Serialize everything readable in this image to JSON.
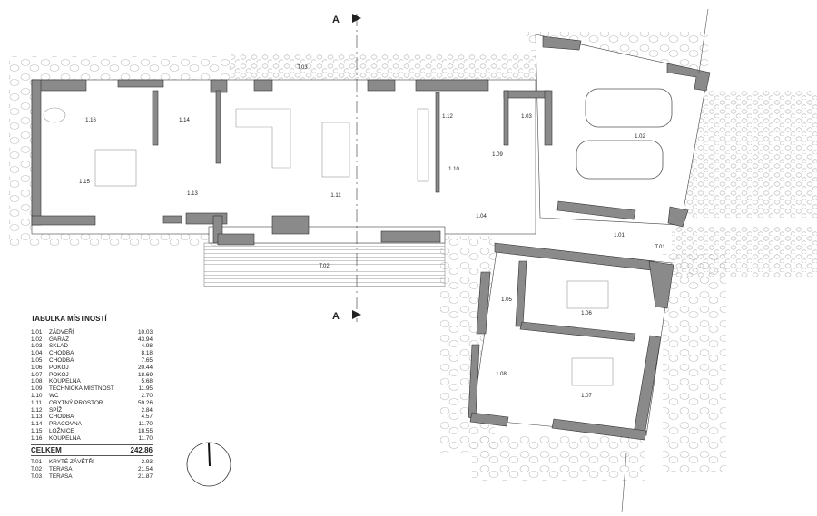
{
  "section_marker": "A",
  "rooms_plan": {
    "r101": "1.01",
    "r102": "1.02",
    "r103": "1.03",
    "r104": "1.04",
    "r105": "1.05",
    "r106": "1.06",
    "r107": "1.07",
    "r108": "1.08",
    "r109": "1.09",
    "r110": "1.10",
    "r111": "1.11",
    "r112": "1.12",
    "r113": "1.13",
    "r114": "1.14",
    "r115": "1.15",
    "r116": "1.16",
    "t01": "T.01",
    "t02": "T.02",
    "t03": "T.03"
  },
  "table": {
    "title": "TABULKA MÍSTNOSTÍ",
    "rooms": [
      {
        "id": "1.01",
        "name": "ZÁDVEŘÍ",
        "area": "10.03"
      },
      {
        "id": "1.02",
        "name": "GARÁŽ",
        "area": "43.94"
      },
      {
        "id": "1.03",
        "name": "SKLAD",
        "area": "4.98"
      },
      {
        "id": "1.04",
        "name": "CHODBA",
        "area": "8.18"
      },
      {
        "id": "1.05",
        "name": "CHODBA",
        "area": "7.65"
      },
      {
        "id": "1.06",
        "name": "POKOJ",
        "area": "20.44"
      },
      {
        "id": "1.07",
        "name": "POKOJ",
        "area": "18.69"
      },
      {
        "id": "1.08",
        "name": "KOUPELNA",
        "area": "5.68"
      },
      {
        "id": "1.09",
        "name": "TECHNICKÁ MÍSTNOST",
        "area": "11.95"
      },
      {
        "id": "1.10",
        "name": "WC",
        "area": "2.70"
      },
      {
        "id": "1.11",
        "name": "OBYTNÝ PROSTOR",
        "area": "59.26"
      },
      {
        "id": "1.12",
        "name": "SPÍŽ",
        "area": "2.84"
      },
      {
        "id": "1.13",
        "name": "CHODBA",
        "area": "4.57"
      },
      {
        "id": "1.14",
        "name": "PRACOVNA",
        "area": "11.70"
      },
      {
        "id": "1.15",
        "name": "LOŽNICE",
        "area": "18.55"
      },
      {
        "id": "1.16",
        "name": "KOUPELNA",
        "area": "11.70"
      }
    ],
    "total_label": "CELKEM",
    "total_area": "242.86",
    "terraces": [
      {
        "id": "T.01",
        "name": "KRYTÉ ZÁVĚTŘÍ",
        "area": "2.93"
      },
      {
        "id": "T.02",
        "name": "TERASA",
        "area": "21.54"
      },
      {
        "id": "T.03",
        "name": "TERASA",
        "area": "21.87"
      }
    ]
  }
}
